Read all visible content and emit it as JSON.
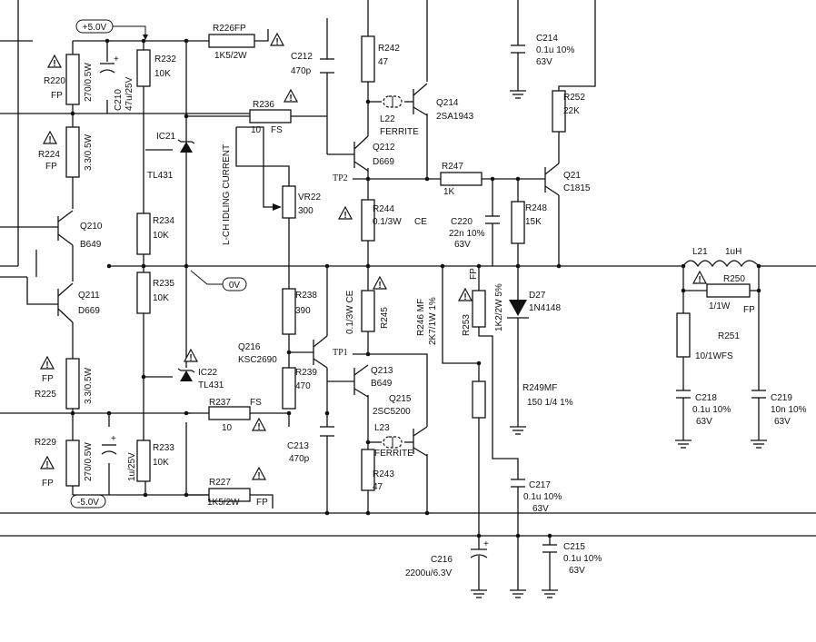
{
  "rails": {
    "pos5": "+5.0V",
    "neg5": "-5.0V",
    "zero": "0V"
  },
  "components": {
    "R220": {
      "ref": "R220",
      "value": "270/0.5W",
      "note": "FP"
    },
    "C210": {
      "ref": "C210",
      "value": "47u/25V"
    },
    "R224": {
      "ref": "R224",
      "value": "3.3/0.5W",
      "note": "FP"
    },
    "Q210": {
      "ref": "Q210",
      "part": "B649"
    },
    "Q211": {
      "ref": "Q211",
      "part": "D669"
    },
    "R225": {
      "ref": "R225",
      "value": "3.3/0.5W",
      "note": "FP"
    },
    "R229": {
      "ref": "R229",
      "value": "270/0.5W",
      "note": "FP"
    },
    "C211": {
      "value": "1u/25V"
    },
    "R232": {
      "ref": "R232",
      "value": "10K"
    },
    "IC21": {
      "ref": "IC21",
      "part": "TL431"
    },
    "R234": {
      "ref": "R234",
      "value": "10K"
    },
    "R235": {
      "ref": "R235",
      "value": "10K"
    },
    "IC22": {
      "ref": "IC22",
      "part": "TL431"
    },
    "R233": {
      "ref": "R233",
      "value": "10K"
    },
    "R226": {
      "ref": "R226FP",
      "value": "1K5/2W"
    },
    "R236": {
      "ref": "R236",
      "value": "10",
      "note": "FS"
    },
    "VR22": {
      "ref": "VR22",
      "value": "300"
    },
    "idling": {
      "label": "L-CH IDLING CURRENT"
    },
    "R238": {
      "ref": "R238",
      "value": "390"
    },
    "Q216": {
      "ref": "Q216",
      "part": "KSC2690"
    },
    "R239": {
      "ref": "R239",
      "value": "470"
    },
    "R237": {
      "ref": "R237",
      "value": "10",
      "note": "FS"
    },
    "R227": {
      "ref": "R227",
      "value": "1K5/2W",
      "note": "FP"
    },
    "C212": {
      "ref": "C212",
      "value": "470p"
    },
    "C213": {
      "ref": "C213",
      "value": "470p"
    },
    "R242": {
      "ref": "R242",
      "value": "47"
    },
    "L22": {
      "ref": "L22",
      "part": "FERRITE"
    },
    "Q214": {
      "ref": "Q214",
      "part": "2SA1943"
    },
    "Q212": {
      "ref": "Q212",
      "part": "D669"
    },
    "R244": {
      "ref": "R244",
      "value": "0.1/3W",
      "note": "CE"
    },
    "R245": {
      "ref": "R245",
      "value": "0.1/3W CE"
    },
    "Q213": {
      "ref": "Q213",
      "part": "B649"
    },
    "Q215": {
      "ref": "Q215",
      "part": "2SC5200"
    },
    "L23": {
      "ref": "L23",
      "part": "FERRITE"
    },
    "R243": {
      "ref": "R243",
      "value": "47"
    },
    "TP2": {
      "ref": "TP2"
    },
    "TP1": {
      "ref": "TP1"
    },
    "R247": {
      "ref": "R247",
      "value": "1K"
    },
    "C220": {
      "ref": "C220",
      "value": "22n 10%",
      "volt": "63V"
    },
    "R248": {
      "ref": "R248",
      "value": "15K"
    },
    "C214": {
      "ref": "C214",
      "value": "0.1u 10%",
      "volt": "63V"
    },
    "R252": {
      "ref": "R252",
      "value": "22K"
    },
    "Q21": {
      "ref": "Q21",
      "part": "C1815"
    },
    "R246": {
      "ref": "R246 MF",
      "value": "2K7/1W 1%"
    },
    "R253": {
      "ref": "R253",
      "value": "1K2/2W 5%",
      "note": "FP"
    },
    "D27": {
      "ref": "D27",
      "part": "1N4148"
    },
    "R249": {
      "ref": "R249MF",
      "value": "150  1/4  1%"
    },
    "C216": {
      "ref": "C216",
      "value": "2200u/6.3V"
    },
    "C217": {
      "ref": "C217",
      "value": "0.1u 10%",
      "volt": "63V"
    },
    "C215": {
      "ref": "C215",
      "value": "0.1u 10%",
      "volt": "63V"
    },
    "L21": {
      "ref": "L21",
      "value": "1uH"
    },
    "R250": {
      "ref": "R250",
      "value": "1/1W",
      "note": "FP"
    },
    "R251": {
      "ref": "R251",
      "value": "10/1WFS"
    },
    "C218": {
      "ref": "C218",
      "value": "0.1u 10%",
      "volt": "63V"
    },
    "C219": {
      "ref": "C219",
      "value": "10n 10%",
      "volt": "63V"
    }
  }
}
